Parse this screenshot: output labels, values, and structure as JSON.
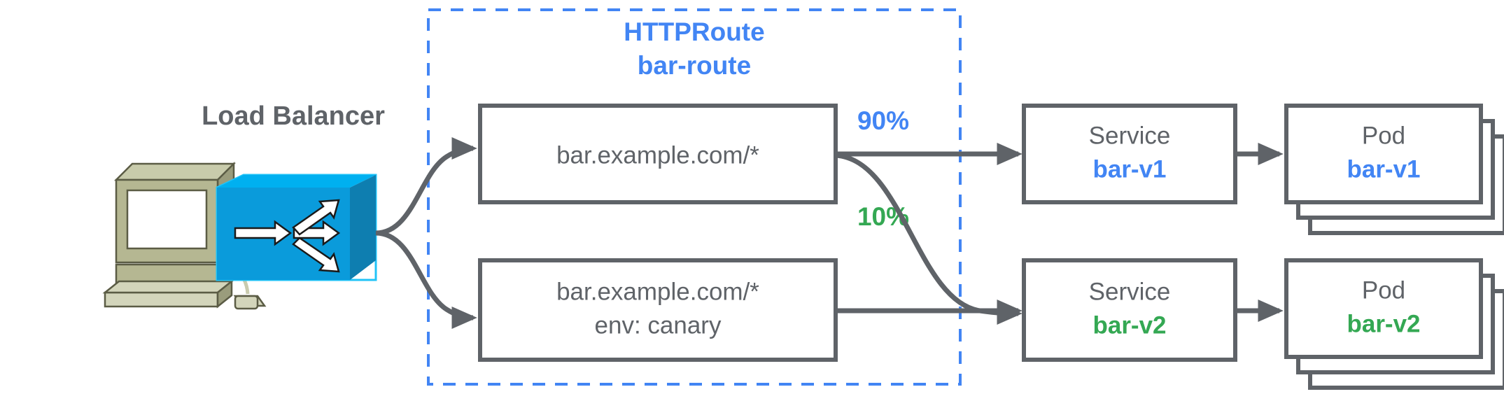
{
  "diagram": {
    "title": "Gateway API HTTPRoute traffic splitting diagram",
    "colors": {
      "gray": "#5f6368",
      "blue": "#4285f4",
      "green": "#34a853",
      "lb_blue": "#0a9bdb"
    },
    "client": {
      "icon": "computer-workstation-icon"
    },
    "load_balancer": {
      "label": "Load Balancer",
      "icon": "load-balancer-switch-icon"
    },
    "route_region": {
      "kind_label": "HTTPRoute",
      "name_label": "bar-route"
    },
    "rules": [
      {
        "id": "rule-1",
        "line1": "bar.example.com/*",
        "line2": ""
      },
      {
        "id": "rule-2",
        "line1": "bar.example.com/*",
        "line2": "env: canary"
      }
    ],
    "weights": [
      {
        "id": "weight-90",
        "label": "90%",
        "color": "#4285f4"
      },
      {
        "id": "weight-10",
        "label": "10%",
        "color": "#34a853"
      }
    ],
    "services": [
      {
        "id": "service-bar-v1",
        "kind": "Service",
        "name": "bar-v1",
        "color": "#4285f4"
      },
      {
        "id": "service-bar-v2",
        "kind": "Service",
        "name": "bar-v2",
        "color": "#34a853"
      }
    ],
    "pods": [
      {
        "id": "pod-bar-v1",
        "kind": "Pod",
        "name": "bar-v1",
        "color": "#4285f4",
        "stack_count": 3
      },
      {
        "id": "pod-bar-v2",
        "kind": "Pod",
        "name": "bar-v2",
        "color": "#34a853",
        "stack_count": 3
      }
    ]
  }
}
